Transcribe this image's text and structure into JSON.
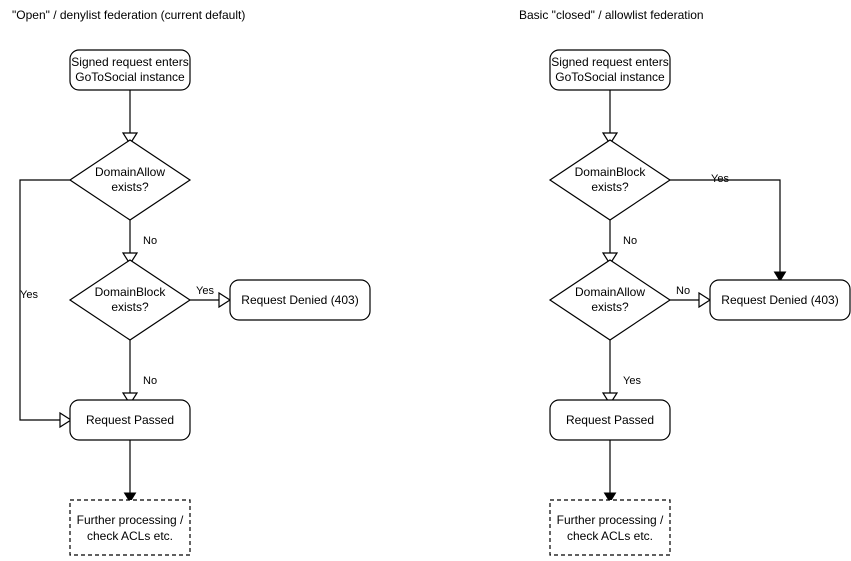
{
  "panels": [
    {
      "id": "open-federation",
      "title": "\"Open\" / denylist federation (current default)"
    },
    {
      "id": "closed-federation",
      "title": "Basic \"closed\" / allowlist federation"
    }
  ],
  "left": {
    "start_line1": "Signed request enters",
    "start_line2": "GoToSocial instance",
    "decision1_line1": "DomainAllow",
    "decision1_line2": "exists?",
    "decision2_line1": "DomainBlock",
    "decision2_line2": "exists?",
    "denied": "Request Denied (403)",
    "passed": "Request Passed",
    "further_line1": "Further processing /",
    "further_line2": "check ACLs etc.",
    "label_allow_yes": "Yes",
    "label_allow_no": "No",
    "label_block_yes": "Yes",
    "label_block_no": "No"
  },
  "right": {
    "start_line1": "Signed request enters",
    "start_line2": "GoToSocial instance",
    "decision1_line1": "DomainBlock",
    "decision1_line2": "exists?",
    "decision2_line1": "DomainAllow",
    "decision2_line2": "exists?",
    "denied": "Request Denied (403)",
    "passed": "Request Passed",
    "further_line1": "Further processing /",
    "further_line2": "check ACLs etc.",
    "label_block_yes": "Yes",
    "label_block_no": "No",
    "label_allow_no": "No",
    "label_allow_yes": "Yes"
  },
  "colors": {
    "stroke": "#000000",
    "fill": "#ffffff",
    "text": "#000000",
    "background": "#ffffff"
  }
}
